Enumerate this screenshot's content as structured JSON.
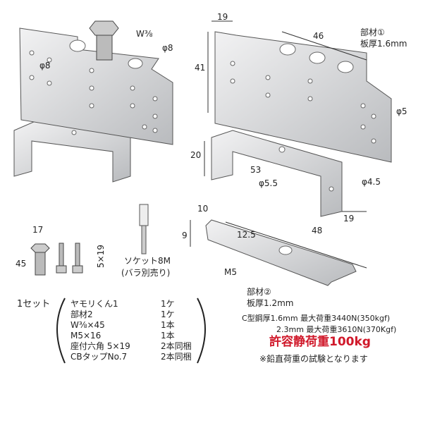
{
  "left_bracket": {
    "bolt_label": "W⅜",
    "hole_right": "φ8",
    "hole_left": "φ8"
  },
  "right_bracket": {
    "dim_top_left": "19",
    "dim_top_width": "46",
    "part_name": "部材①",
    "thickness": "板厚1.6mm",
    "dim_height": "41",
    "hole_side": "φ5",
    "dim_lower": "20",
    "dim_53": "53",
    "hole_center": "φ5.5",
    "hole_bottom": "φ4.5",
    "dim_bottom": "19"
  },
  "part2": {
    "dim_10": "10",
    "dim_9": "9",
    "dim_12_5": "12.5",
    "dim_48": "48",
    "screw": "M5",
    "part_name": "部材②",
    "thickness": "板厚1.2mm"
  },
  "hardware": {
    "bolt_width": "17",
    "bolt_length": "45",
    "screw_size": "5×19",
    "socket": "ソケット8M",
    "socket_note": "(バラ別売り)"
  },
  "set_list": {
    "title": "1セット",
    "items": [
      {
        "name": "ヤモリくん1",
        "qty": "1ケ"
      },
      {
        "name": "部材2",
        "qty": "1ケ"
      },
      {
        "name": "W⅜×45",
        "qty": "1本"
      },
      {
        "name": "M5×16",
        "qty": "1本"
      },
      {
        "name": "座付六角 5×19",
        "qty": "2本同梱"
      },
      {
        "name": "CBタップNo.7",
        "qty": "2本同梱"
      }
    ]
  },
  "specs": {
    "line1": "C型鋼厚1.6mm 最大荷重3440N(350kgf)",
    "line2": "2.3mm 最大荷重3610N(370Kgf)",
    "allowable": "許容静荷重100kg",
    "note": "※鉛直荷重の試験となります"
  },
  "colors": {
    "metal": "#d9dadc",
    "metal_dark": "#a9abae",
    "accent": "#d0182a"
  }
}
